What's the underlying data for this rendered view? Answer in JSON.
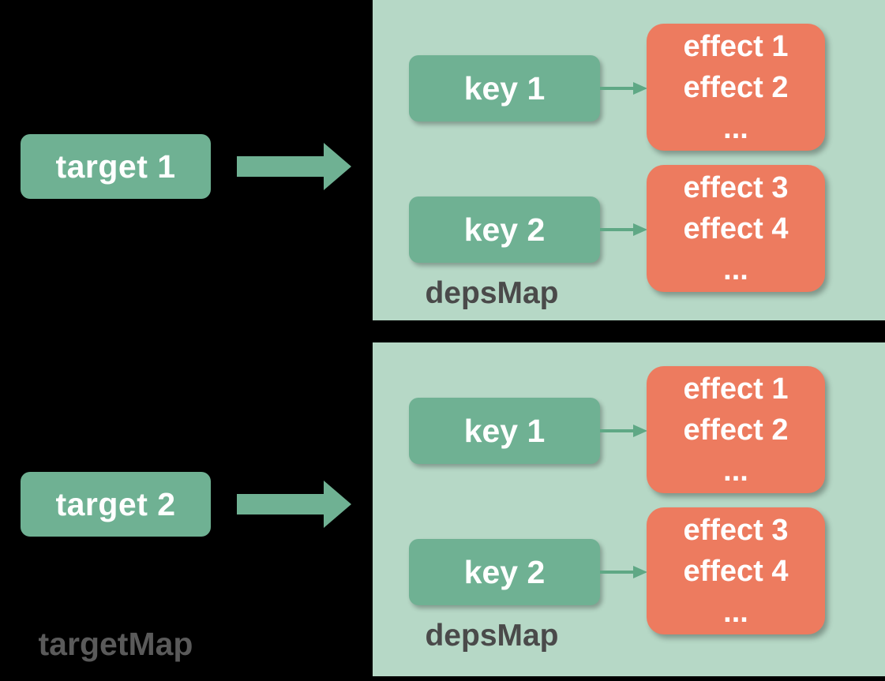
{
  "diagram_title": "targetMap / depsMap / effects structure",
  "colors": {
    "background": "#000000",
    "node_green": "#6FB193",
    "panel_green": "#B6D8C6",
    "effect_orange": "#ED7B5F",
    "thin_arrow_green": "#5FA885",
    "big_arrow_green": "#6FB193",
    "panel_label_gray": "#4A4A4A",
    "targetmap_label_gray": "#5A5A5A",
    "node_text": "#FFFFFF"
  },
  "left_column": {
    "map_label": "targetMap",
    "targets": [
      {
        "label": "target 1"
      },
      {
        "label": "target 2"
      }
    ]
  },
  "panels": [
    {
      "label": "depsMap",
      "entries": [
        {
          "key": "key 1",
          "effects": [
            "effect 1",
            "effect 2",
            "..."
          ]
        },
        {
          "key": "key 2",
          "effects": [
            "effect 3",
            "effect 4",
            "..."
          ]
        }
      ]
    },
    {
      "label": "depsMap",
      "entries": [
        {
          "key": "key 1",
          "effects": [
            "effect 1",
            "effect 2",
            "..."
          ]
        },
        {
          "key": "key 2",
          "effects": [
            "effect 3",
            "effect 4",
            "..."
          ]
        }
      ]
    }
  ],
  "icons": {
    "big_arrow": "thick-right-arrow",
    "thin_arrow": "right-arrow"
  }
}
